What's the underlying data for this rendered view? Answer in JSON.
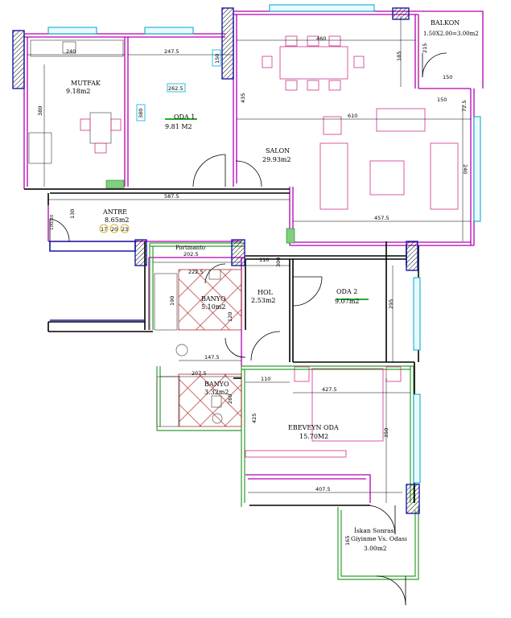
{
  "rooms": {
    "mutfak": {
      "name": "MUTFAK",
      "area": "9.18m2"
    },
    "oda1": {
      "name": "ODA 1",
      "area": "9.81 M2"
    },
    "salon": {
      "name": "SALON",
      "area": "29.93m2"
    },
    "balkon": {
      "name": "BALKON",
      "area": "1.50X2.00=3.00m2"
    },
    "antre": {
      "name": "ANTRE",
      "area": "8.65m2",
      "tags": [
        "17",
        "20",
        "23"
      ]
    },
    "portmanto": {
      "name": "Portmanto"
    },
    "banyo1": {
      "name": "BANYO",
      "area": "5.10m2"
    },
    "hol": {
      "name": "HOL",
      "area": "2.53m2"
    },
    "oda2": {
      "name": "ODA 2",
      "area": "9.07m2"
    },
    "banyo2": {
      "name": "BANYO",
      "area": "3.32m2"
    },
    "ebeveyn": {
      "name": "EBEVEYN ODA",
      "area": "15.70M2"
    },
    "giyinme": {
      "line1": "İskan Sonrası",
      "line2": "Giyinme Vs. Odası",
      "area": "3.00m2"
    }
  },
  "dimensions": {
    "d240": "240",
    "d2475": "247.5",
    "d150a": "150",
    "d2625": "262.5",
    "d380": "380",
    "d380b": "380",
    "d435": "435",
    "d460": "460",
    "d185": "185",
    "d150b": "150",
    "d150c": "150",
    "d725": "72.5",
    "d610": "610",
    "d240b": "240",
    "d5875": "587.5",
    "d130": "130",
    "d100": "100/20",
    "d4575": "457.5",
    "d2025": "202.5",
    "d110a": "110",
    "d300": "300",
    "d2225": "222.5",
    "d190": "190",
    "d1475": "147.5",
    "d2075": "207.5",
    "d110b": "110",
    "d4275": "427.5",
    "d295": "295",
    "d350": "350",
    "d425": "425",
    "d4075": "407.5",
    "d165": "165",
    "d120": "120",
    "d260": "260",
    "d215": "215"
  }
}
